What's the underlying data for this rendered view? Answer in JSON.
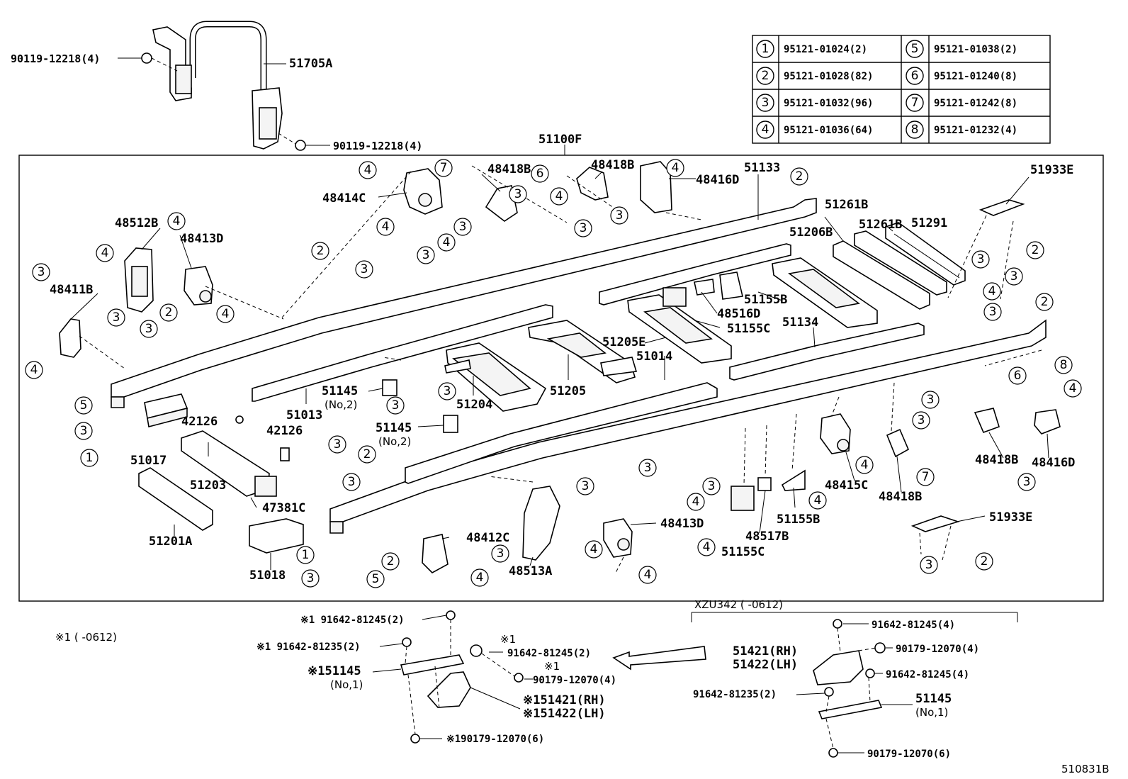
{
  "assembly": "51100F",
  "diagram_code": "510831B",
  "bolt_table": [
    {
      "num": "1",
      "part": "95121-01024(2)"
    },
    {
      "num": "2",
      "part": "95121-01028(82)"
    },
    {
      "num": "3",
      "part": "95121-01032(96)"
    },
    {
      "num": "4",
      "part": "95121-01036(64)"
    },
    {
      "num": "5",
      "part": "95121-01038(2)"
    },
    {
      "num": "6",
      "part": "95121-01240(8)"
    },
    {
      "num": "7",
      "part": "95121-01242(8)"
    },
    {
      "num": "8",
      "part": "95121-01232(4)"
    }
  ],
  "top": {
    "guard": "51705A",
    "bolt_upper": "90119-12218(4)",
    "bolt_lower": "90119-12218(4)"
  },
  "labels": {
    "p48414C": "48414C",
    "p48418B_a": "48418B",
    "p48418B_b": "48418B",
    "p48416D_a": "48416D",
    "p51133": "51133",
    "p51933E_a": "51933E",
    "p51261B_a": "51261B",
    "p51261B_b": "51261B",
    "p51291": "51291",
    "p51206B": "51206B",
    "p51155B_a": "51155B",
    "p48516D": "48516D",
    "p51155C_a": "51155C",
    "p51134": "51134",
    "p51205E": "51205E",
    "p51014": "51014",
    "p48512B": "48512B",
    "p48413D_a": "48413D",
    "p48411B": "48411B",
    "p51145_a": "51145",
    "no2_a": "(No,2)",
    "p51013": "51013",
    "p51204": "51204",
    "p51205": "51205",
    "p51145_b": "51145",
    "no2_b": "(No,2)",
    "p42126_a": "42126",
    "p42126_b": "42126",
    "p51017": "51017",
    "p51203": "51203",
    "p47381C": "47381C",
    "p51201A": "51201A",
    "p51018": "51018",
    "p48412C": "48412C",
    "p48513A": "48513A",
    "p48413D_b": "48413D",
    "p51155C_b": "51155C",
    "p48517B": "48517B",
    "p51155B_b": "51155B",
    "p48415C": "48415C",
    "p48418B_c": "48418B",
    "p48418B_d": "48418B",
    "p48416D_b": "48416D",
    "p51933E_b": "51933E"
  },
  "lower_left": {
    "note": "※1 (    -0612)",
    "bolt_a": "※1 91642-81245(2)",
    "bolt_b": "※1 91642-81235(2)",
    "plate": "※151145",
    "plate_no": "(No,1)",
    "nut_mark": "※1",
    "nut_a": "91642-81245(2)",
    "nut_b_mark": "※1",
    "nut_b": "90179-12070(4)",
    "bracket_rh": "※151421(RH)",
    "bracket_lh": "※151422(LH)",
    "nut_c": "※190179-12070(6)"
  },
  "lower_right": {
    "model": "XZU342 (     -0612)",
    "bolt_a": "91642-81245(4)",
    "nut_a": "90179-12070(4)",
    "bracket_rh": "51421(RH)",
    "bracket_lh": "51422(LH)",
    "bolt_b": "91642-81245(4)",
    "bolt_c": "91642-81235(2)",
    "plate": "51145",
    "plate_no": "(No,1)",
    "nut_b": "90179-12070(6)"
  }
}
